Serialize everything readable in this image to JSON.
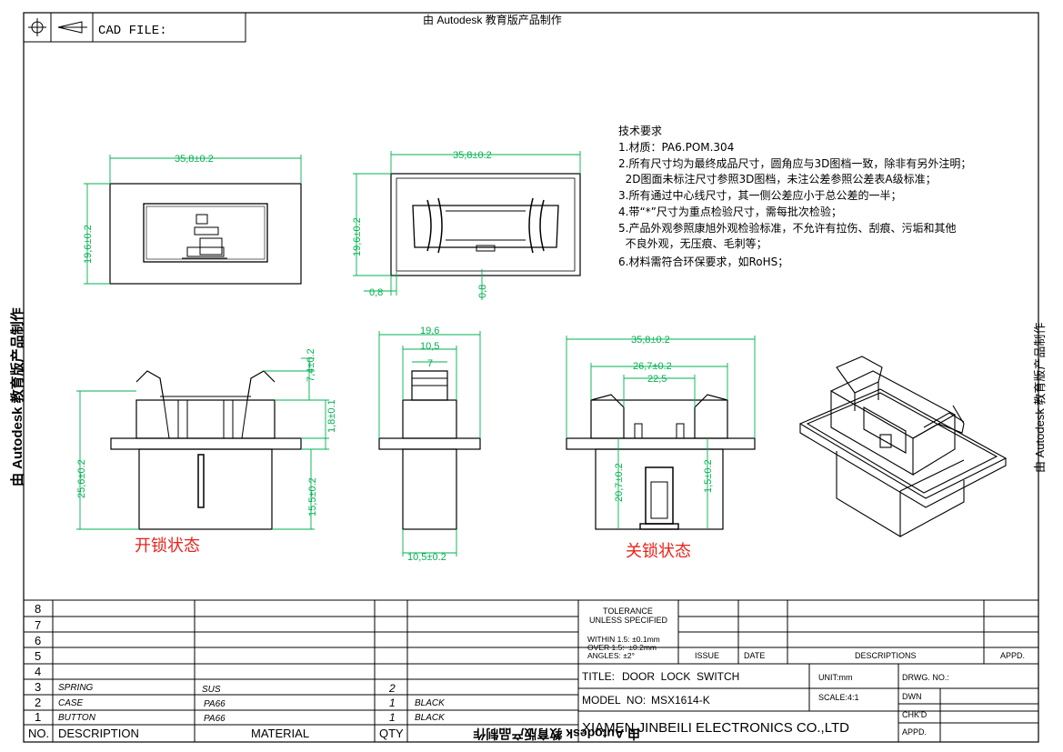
{
  "header": {
    "cad_file": "CAD FILE:",
    "watermark_top": "由 Autodesk 教育版产品制作"
  },
  "watermarks": {
    "left": "由 Autodesk 教育版产品制作",
    "bottom": "由 Autodesk 教育版产品制作",
    "right": "由 Autodesk 教育版产品制作"
  },
  "notes": {
    "title": "技术要求",
    "items": [
      "1.材质：PA6.POM.304",
      "2.所有尺寸均为最终成品尺寸，圆角应与3D图档一致，除非有另外注明；",
      "  2D图面未标注尺寸参照3D图档，未注公差参照公差表A级标准；",
      "3.所有通过中心线尺寸，其一侧公差应小于总公差的一半；",
      "4.带“*”尺寸为重点检验尺寸，需每批次检验；",
      "5.产品外观参照康旭外观检验标准，不允许有拉伤、刮痕、污垢和其他",
      "  不良外观，无压痕、毛刺等；",
      "6.材料需符合环保要求，如RoHS；"
    ]
  },
  "dims": {
    "top1_w": "35,8±0.2",
    "top1_h": "19,6±0.2",
    "top2_w": "35,8±0.2",
    "top2_h": "19,6±0.2",
    "top2_t1": "0,8",
    "top2_t2": "0,8",
    "open_a": "7,4±0.2",
    "open_b": "1,8±0.1",
    "open_c": "25,6±0.2",
    "open_d": "15,5±0.2",
    "side_a": "19,6",
    "side_b": "10,5",
    "side_c": "7",
    "side_d": "10,5±0.2",
    "closed_a": "35,8±0.2",
    "closed_b": "26,7±0.2",
    "closed_c": "22,5",
    "closed_d": "20,7±0.2",
    "closed_e": "1,5±0.2"
  },
  "state_labels": {
    "open": "开锁状态",
    "closed": "关锁状态"
  },
  "title_block": {
    "tolerance": [
      "TOLERANCE",
      "UNLESS SPECIFIED"
    ],
    "within": "WITHIN 1.5: ±0.1mm",
    "over": "OVER 1.5:  ±0.2mm",
    "angles": "ANGLES: ±2°",
    "issue": "ISSUE",
    "date": "DATE",
    "descriptions": "DESCRIPTIONS",
    "appd": "APPD.",
    "title_label": "TITLE:",
    "title_value": "DOOR  LOCK  SWITCH",
    "unit": "UNIT:mm",
    "drwg_no": "DRWG. NO.:",
    "model_label": "MODEL  NO:",
    "model_value": "MSX1614-K",
    "scale": "SCALE:4:1",
    "dwn": "DWN",
    "chkd": "CHK'D",
    "appd2": "APPD.",
    "company": "XIAMEN JINBEILI ELECTRONICS CO.,LTD"
  },
  "bom": {
    "row_numbers": [
      "8",
      "7",
      "6",
      "5",
      "4"
    ],
    "rows": [
      {
        "no": "3",
        "desc": "SPRING",
        "material": "SUS",
        "qty": "2",
        "color": ""
      },
      {
        "no": "2",
        "desc": "CASE",
        "material": "PA66",
        "qty": "1",
        "color": "BLACK"
      },
      {
        "no": "1",
        "desc": "BUTTON",
        "material": "PA66",
        "qty": "1",
        "color": "BLACK"
      }
    ],
    "header": {
      "no": "NO.",
      "desc": "DESCRIPTION",
      "material": "MATERIAL",
      "qty": "QTY"
    }
  }
}
